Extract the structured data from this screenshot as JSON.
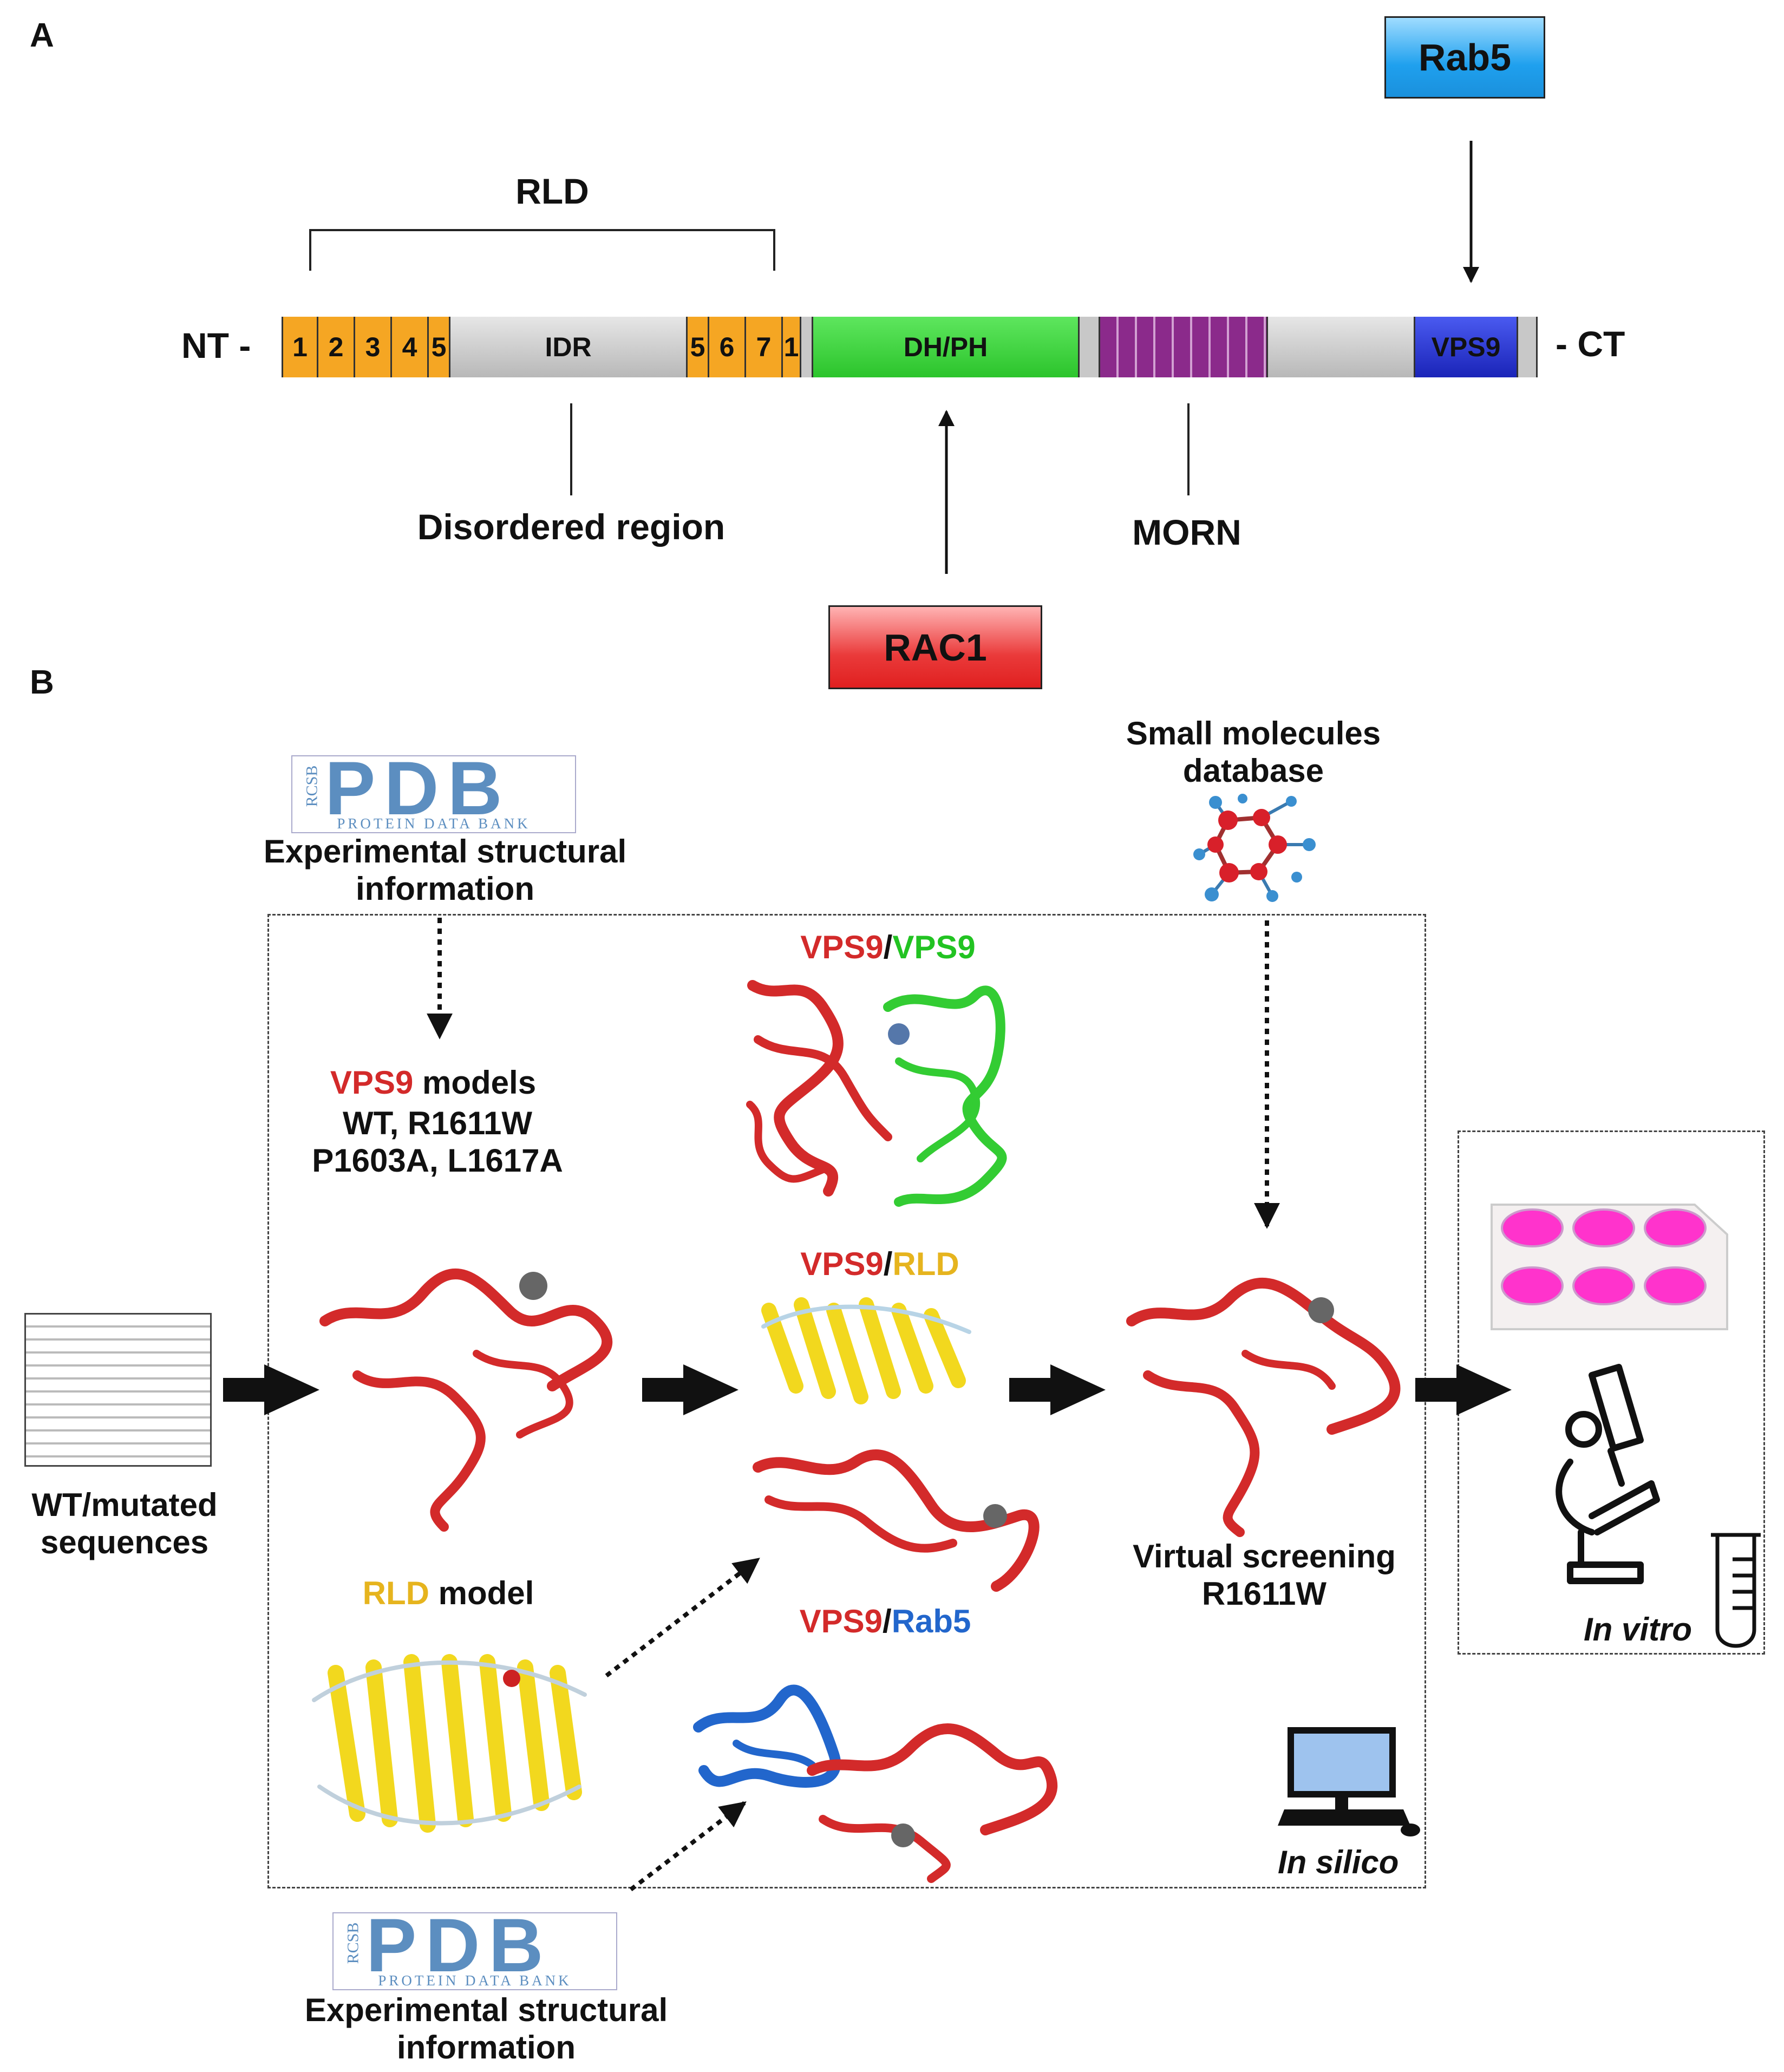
{
  "panel_a": {
    "label": "A",
    "nt": "NT -",
    "ct": "- CT",
    "rld_label": "RLD",
    "domains": {
      "rld_start": [
        "1",
        "2",
        "3",
        "4",
        "5"
      ],
      "idr": "IDR",
      "rld_end": [
        "5",
        "6",
        "7",
        "1"
      ],
      "dhph": "DH/PH",
      "vps9": "VPS9"
    },
    "disordered_label": "Disordered region",
    "morn_label": "MORN",
    "rab5": "Rab5",
    "rac1": "RAC1",
    "colors": {
      "rld": "#f5a623",
      "idr": "#c8c8c8",
      "dhph": "#3ed63e",
      "morn": "#8b2a8b",
      "vps9": "#2233cc",
      "rab5": "#29a3e8",
      "rac1": "#e83a3a"
    }
  },
  "panel_b": {
    "label": "B",
    "pdb_logo_top": {
      "letters": "PDB",
      "side": "RCSB",
      "caption": "PROTEIN DATA BANK"
    },
    "exp_info_top": [
      "Experimental structural",
      "information"
    ],
    "small_molecules": [
      "Small molecules",
      "database"
    ],
    "vps9_vps9": {
      "a": "VPS9",
      "sep": "/",
      "b": "VPS9"
    },
    "vps9_models": {
      "a": "VPS9",
      "b": " models",
      "lines": [
        "WT, R1611W",
        "P1603A, L1617A"
      ]
    },
    "vps9_rld": {
      "a": "VPS9",
      "sep": "/",
      "b": "RLD"
    },
    "wt_mutated": [
      "WT/mutated",
      "sequences"
    ],
    "virtual_screening": [
      "Virtual screening",
      "R1611W"
    ],
    "rld_model": {
      "a": "RLD",
      "b": " model"
    },
    "vps9_rab5": {
      "a": "VPS9",
      "sep": "/",
      "b": "Rab5"
    },
    "in_vitro": "In vitro",
    "in_silico": "In silico",
    "pdb_logo_bottom": {
      "letters": "PDB",
      "side": "RCSB",
      "caption": "PROTEIN DATA BANK"
    },
    "exp_info_bottom": [
      "Experimental structural",
      "information"
    ]
  }
}
